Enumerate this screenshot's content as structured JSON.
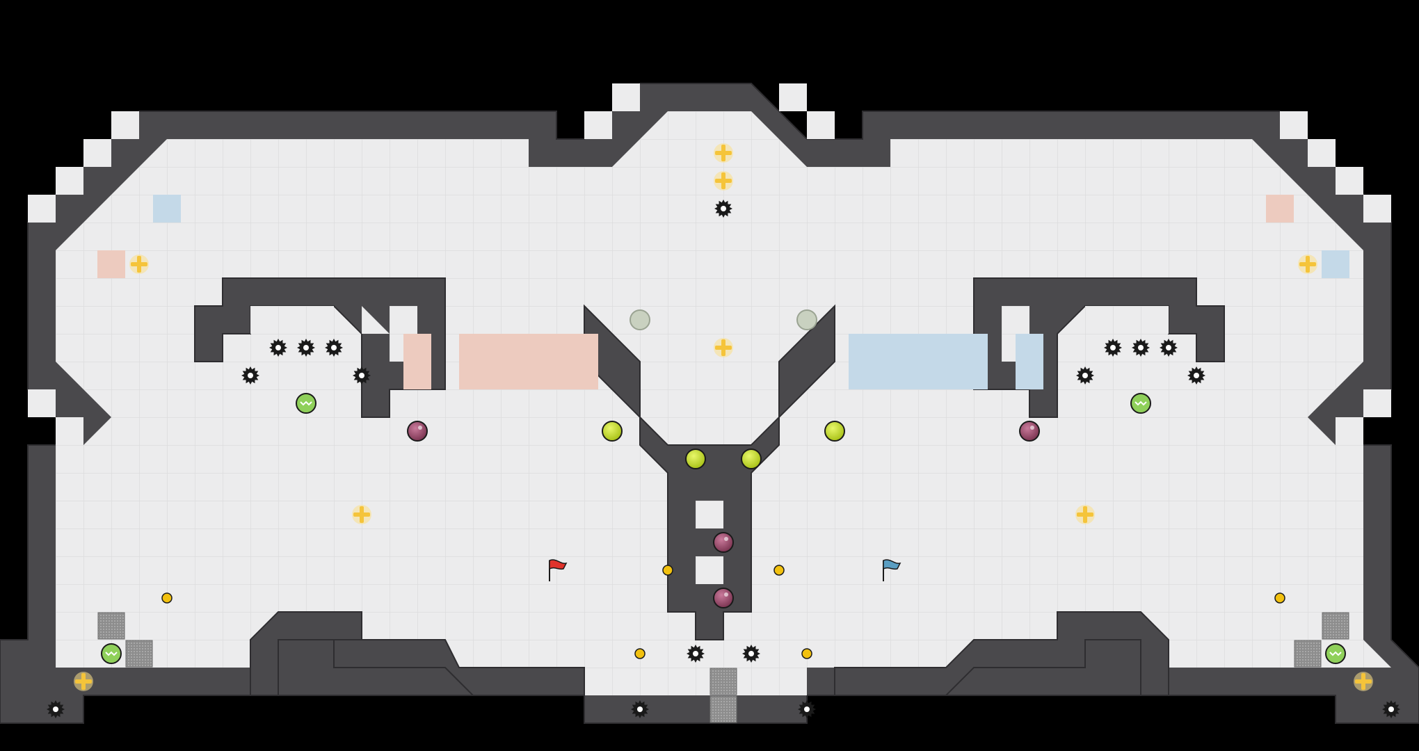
{
  "game": {
    "name": "capture-the-flag-map",
    "colors": {
      "background": "#000000",
      "floor": "#ececed",
      "floor_grid": "#dcdcdd",
      "wall": "#4a494c",
      "wall_outline": "#2e2d30",
      "red_team_tile": "#edcbbf",
      "blue_team_tile": "#c4d9e8",
      "boost_yellow": "#f5c43a",
      "powerup_green": "#c9e027",
      "bomb": "#9c4a6c",
      "neutral_circle": "#c9d1c0",
      "red_flag": "#e0322b",
      "blue_flag": "#5a9ec2",
      "spike": "#1a1a1a",
      "gate": "#8d8d8d",
      "small_boost": "#f2c10f",
      "speed_pad_green": "#8fd05a"
    },
    "entities": {
      "red_flag": {
        "team": "red",
        "tile": [
          19,
          16
        ]
      },
      "blue_flag": {
        "team": "blue",
        "tile": [
          31,
          16
        ]
      },
      "spikes": [
        {
          "tile": [
            25,
            3
          ]
        },
        {
          "tile": [
            9,
            8
          ]
        },
        {
          "tile": [
            10,
            8
          ]
        },
        {
          "tile": [
            11,
            8
          ]
        },
        {
          "tile": [
            8,
            9
          ]
        },
        {
          "tile": [
            12,
            9
          ]
        },
        {
          "tile": [
            39,
            8
          ]
        },
        {
          "tile": [
            40,
            8
          ]
        },
        {
          "tile": [
            41,
            8
          ]
        },
        {
          "tile": [
            38,
            9
          ]
        },
        {
          "tile": [
            42,
            9
          ]
        },
        {
          "tile": [
            24,
            19
          ]
        },
        {
          "tile": [
            26,
            19
          ]
        },
        {
          "tile": [
            22,
            21
          ]
        },
        {
          "tile": [
            28,
            21
          ]
        },
        {
          "tile": [
            1,
            21
          ]
        },
        {
          "tile": [
            49,
            21
          ]
        }
      ],
      "boosts": [
        {
          "tile": [
            25,
            1
          ]
        },
        {
          "tile": [
            25,
            2
          ]
        },
        {
          "tile": [
            25,
            8
          ]
        },
        {
          "tile": [
            4,
            5
          ]
        },
        {
          "tile": [
            46,
            5
          ]
        },
        {
          "tile": [
            12,
            14
          ]
        },
        {
          "tile": [
            38,
            14
          ]
        },
        {
          "tile": [
            2,
            20
          ]
        },
        {
          "tile": [
            48,
            20
          ]
        }
      ],
      "powerups": [
        {
          "tile": [
            21,
            11
          ]
        },
        {
          "tile": [
            29,
            11
          ]
        },
        {
          "tile": [
            24,
            12
          ]
        },
        {
          "tile": [
            26,
            12
          ]
        }
      ],
      "bombs": [
        {
          "tile": [
            14,
            11
          ]
        },
        {
          "tile": [
            36,
            11
          ]
        },
        {
          "tile": [
            25,
            15
          ]
        },
        {
          "tile": [
            25,
            17
          ]
        }
      ],
      "neutral_circles": [
        {
          "tile": [
            22,
            7
          ]
        },
        {
          "tile": [
            28,
            7
          ]
        }
      ],
      "speed_pads": [
        {
          "tile": [
            10,
            10
          ]
        },
        {
          "tile": [
            40,
            10
          ]
        },
        {
          "tile": [
            3,
            19
          ]
        },
        {
          "tile": [
            47,
            19
          ]
        }
      ],
      "small_boosts": [
        {
          "tile": [
            5,
            17
          ]
        },
        {
          "tile": [
            45,
            17
          ]
        },
        {
          "tile": [
            23,
            16
          ]
        },
        {
          "tile": [
            27,
            16
          ]
        },
        {
          "tile": [
            22,
            19
          ]
        },
        {
          "tile": [
            28,
            19
          ]
        }
      ],
      "gates": [
        {
          "tile": [
            3,
            18
          ]
        },
        {
          "tile": [
            4,
            19
          ]
        },
        {
          "tile": [
            47,
            18
          ]
        },
        {
          "tile": [
            46,
            19
          ]
        },
        {
          "tile": [
            25,
            20
          ]
        },
        {
          "tile": [
            25,
            21
          ]
        }
      ],
      "red_tiles": [
        {
          "tile": [
            3,
            5
          ]
        },
        {
          "tile": [
            45,
            3
          ]
        },
        {
          "tile": [
            14,
            8
          ]
        },
        {
          "tile": [
            14,
            9
          ]
        },
        {
          "tile": [
            16,
            8
          ]
        },
        {
          "tile": [
            17,
            8
          ]
        },
        {
          "tile": [
            18,
            8
          ]
        },
        {
          "tile": [
            19,
            8
          ]
        },
        {
          "tile": [
            20,
            8
          ]
        },
        {
          "tile": [
            16,
            9
          ]
        },
        {
          "tile": [
            17,
            9
          ]
        },
        {
          "tile": [
            18,
            9
          ]
        },
        {
          "tile": [
            19,
            9
          ]
        },
        {
          "tile": [
            20,
            9
          ]
        }
      ],
      "blue_tiles": [
        {
          "tile": [
            5,
            3
          ]
        },
        {
          "tile": [
            47,
            5
          ]
        },
        {
          "tile": [
            36,
            8
          ]
        },
        {
          "tile": [
            36,
            9
          ]
        },
        {
          "tile": [
            30,
            8
          ]
        },
        {
          "tile": [
            31,
            8
          ]
        },
        {
          "tile": [
            32,
            8
          ]
        },
        {
          "tile": [
            33,
            8
          ]
        },
        {
          "tile": [
            34,
            8
          ]
        },
        {
          "tile": [
            30,
            9
          ]
        },
        {
          "tile": [
            31,
            9
          ]
        },
        {
          "tile": [
            32,
            9
          ]
        },
        {
          "tile": [
            33,
            9
          ]
        },
        {
          "tile": [
            34,
            9
          ]
        }
      ]
    }
  }
}
